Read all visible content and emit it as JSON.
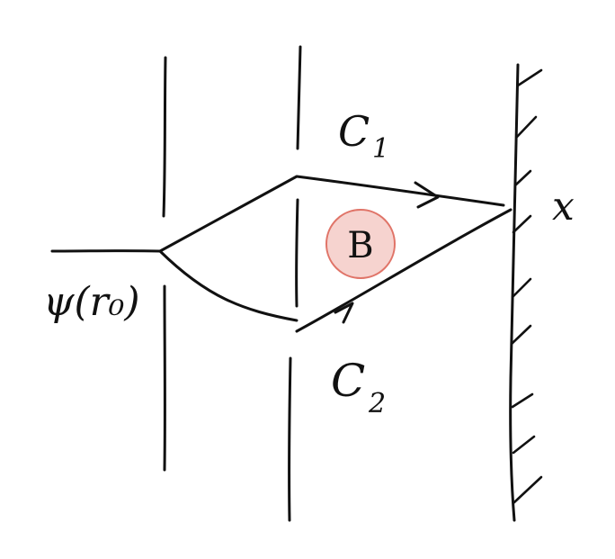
{
  "labels": {
    "source": "ψ(r₀)",
    "path_upper": "C",
    "path_upper_sub": "1",
    "path_lower": "C",
    "path_lower_sub": "2",
    "magnetic_field": "B",
    "screen_point": "x"
  },
  "colors": {
    "ink": "#111111",
    "field_fill": "#f6d3cf",
    "field_stroke": "#e07468",
    "background": "#ffffff"
  }
}
